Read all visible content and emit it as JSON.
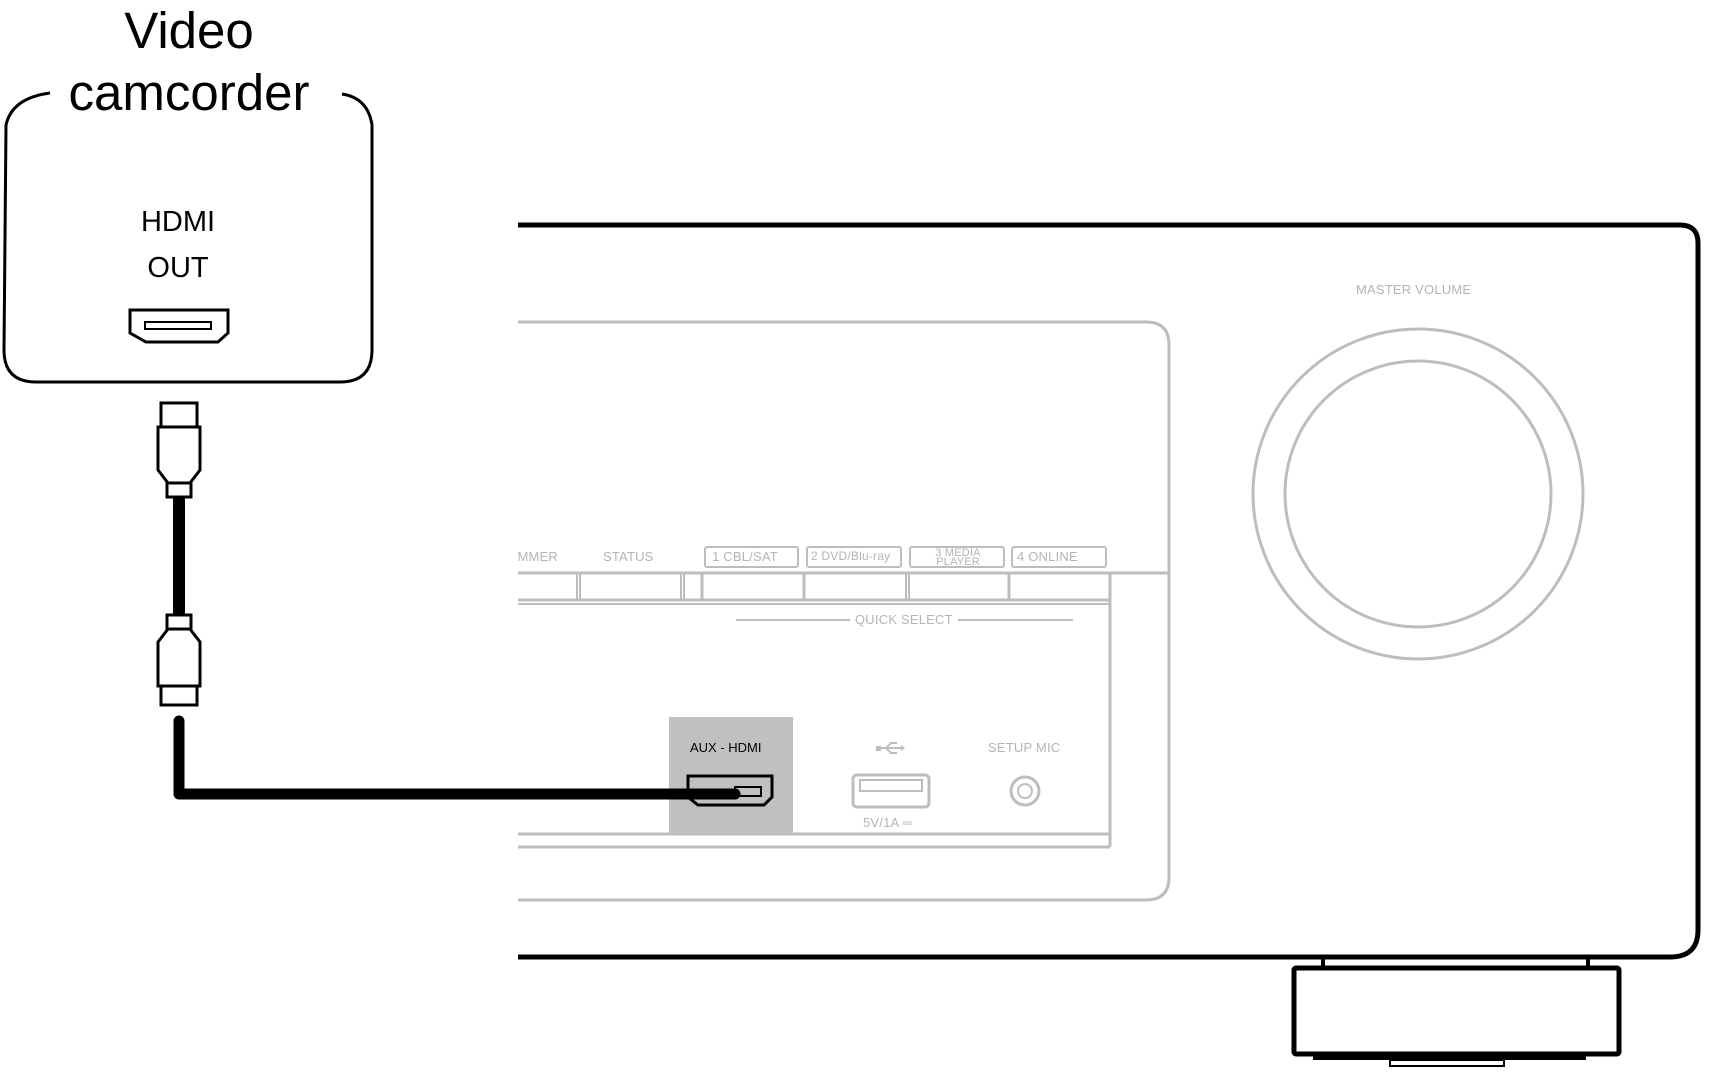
{
  "source_device": {
    "title_line1": "Video",
    "title_line2": "camcorder",
    "port_label_line1": "HDMI",
    "port_label_line2": "OUT",
    "port_icon": "hdmi-port-icon"
  },
  "cable": {
    "type": "HDMI cable",
    "connector_icon": "hdmi-plug-icon"
  },
  "receiver": {
    "master_volume_label": "MASTER VOLUME",
    "buttons": [
      {
        "label": "IMMER"
      },
      {
        "label": "STATUS"
      },
      {
        "label": "1 CBL/SAT"
      },
      {
        "label": "2 DVD/Blu-ray"
      },
      {
        "label": "3 MEDIA PLAYER"
      },
      {
        "label": "4 ONLINE"
      }
    ],
    "quick_select_label": "QUICK SELECT",
    "front_ports": {
      "aux_hdmi_label": "AUX - HDMI",
      "usb_icon": "usb-icon",
      "usb_rating": "5V/1A ═",
      "setup_mic_label": "SETUP MIC"
    }
  },
  "colors": {
    "line": "#000000",
    "panel_gray": "#bdbdbd",
    "highlight": "#c0c0c0"
  }
}
